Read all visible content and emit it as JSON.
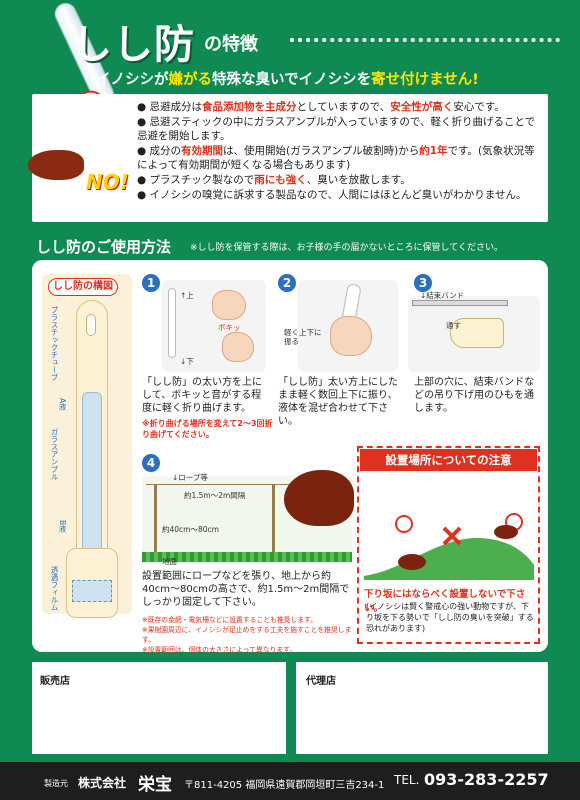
{
  "header": {
    "brand": "しし防",
    "brand_suffix": "の特徴",
    "tagline_pre": "イノシシが",
    "tagline_hl1": "嫌がる",
    "tagline_mid": "特殊な臭いでイノシシを",
    "tagline_hl2": "寄せ付けません!"
  },
  "illustration": {
    "no_label": "NO!"
  },
  "features": [
    {
      "a": "忌避成分は",
      "b": "食品添加物を主成分",
      "c": "としていますので、",
      "d": "安全性が高く",
      "e": "安心です。"
    },
    {
      "a": "忌避スティックの中にガラスアンプルが入っていますので、軽く折り曲げることで忌避を開始します。"
    },
    {
      "a": "成分の",
      "r1": "有効期間",
      "a2": "は、使用開始(ガラスアンプル破割時)から",
      "r2": "約1年",
      "a3": "です。(気象状況等によって有効期間が短くなる場合もあります)"
    },
    {
      "a": "プラスチック製なので",
      "r1": "雨にも強く",
      "a2": "、臭いを放散します。"
    },
    {
      "a": "イノシシの嗅覚に訴求する製品なので、人間にはほとんど臭いがわかりません。"
    }
  ],
  "usage": {
    "title": "しし防のご使用方法",
    "note": "※しし防を保管する際は、お子様の手の届かないところに保管してください。",
    "structure_title": "しし防の構図",
    "structure_labels": [
      "プラスチックチューブ",
      "A液",
      "ガラスアンプル",
      "B液",
      "透過フィルム"
    ],
    "steps": [
      {
        "num": "1",
        "text": "「しし防」の太い方を上にして、ボキッと音がする程度に軽く折り曲げます。",
        "note": "※折り曲げる場所を変えて2〜3回折り曲げてください。",
        "labels": [
          "↑上",
          "ボキッ",
          "↓下"
        ]
      },
      {
        "num": "2",
        "text": "「しし防」太い方上にしたまま軽く数回上下に振り、液体を混ぜ合わせて下さい。",
        "labels": [
          "軽く上下に振る"
        ]
      },
      {
        "num": "3",
        "text": "上部の穴に、結束バンドなどの吊り下げ用のひもを通します。",
        "labels": [
          "↓結束バンド",
          "通す"
        ]
      },
      {
        "num": "4",
        "text": "設置範囲にロープなどを張り、地上から約40cm〜80cmの高さで、約1.5m〜2m間隔でしっかり固定して下さい。",
        "labels": [
          "↓ロープ等",
          "約1.5m〜2m間隔",
          "約40cm〜80cm",
          "地面"
        ],
        "notes": [
          "※既存の金網・電気柵などに設置することも推奨します。",
          "※果樹園周辺に、イノシシが足止めをする工夫を施すことを推奨します。",
          "※設置範囲は、個体の大きさによって異なります。"
        ]
      }
    ],
    "caution": {
      "title": "設置場所についての注意",
      "red": "下り坂にはならべく設置しないで下さい。",
      "body": "(イノシシは賢く警戒心の強い動物ですが、下り坂を下る勢いで「しし防の臭いを突破」する恐れがあります)"
    }
  },
  "shops": {
    "seller": "販売店",
    "agent": "代理店"
  },
  "footer": {
    "maker_label": "製造元",
    "company_prefix": "株式会社",
    "company": "栄宝",
    "address": "〒811-4205 福岡県遠賀郡岡垣町三吉234-1",
    "tel_label": "TEL.",
    "tel": "093-283-2257"
  },
  "colors": {
    "green": "#0f8a52",
    "red": "#e0301e",
    "yellow": "#ffe600",
    "blue": "#2a6fc0"
  }
}
